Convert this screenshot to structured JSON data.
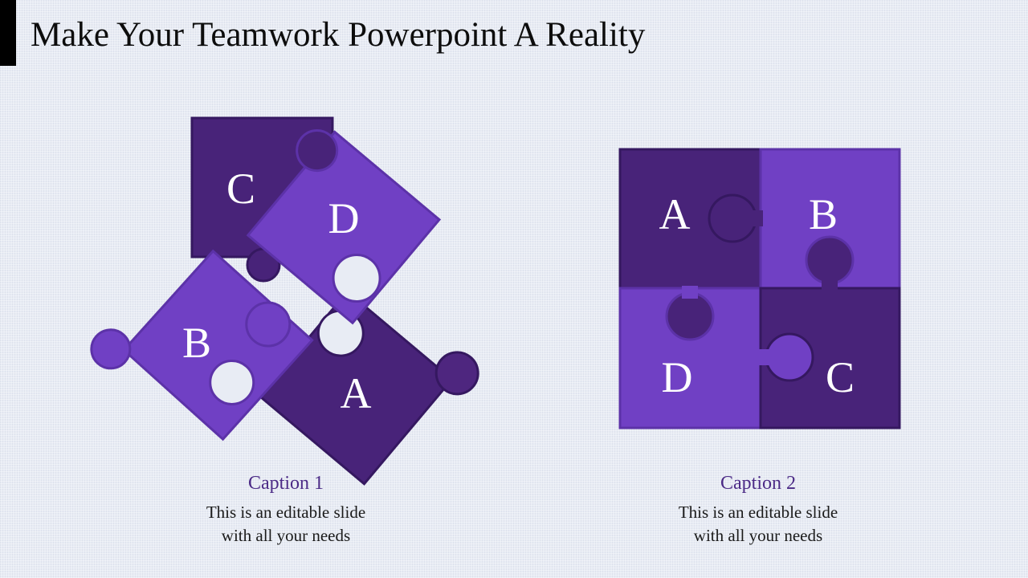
{
  "slide": {
    "title": "Make Your Teamwork Powerpoint A Reality"
  },
  "colors": {
    "dark_purple": "#482379",
    "mid_purple": "#5a2d9c",
    "light_purple": "#7040c4",
    "caption_purple": "#4b2a86"
  },
  "left_puzzle": {
    "pieces": [
      {
        "letter": "C"
      },
      {
        "letter": "D"
      },
      {
        "letter": "B"
      },
      {
        "letter": "A"
      }
    ]
  },
  "right_puzzle": {
    "pieces": [
      {
        "letter": "A"
      },
      {
        "letter": "B"
      },
      {
        "letter": "D"
      },
      {
        "letter": "C"
      }
    ]
  },
  "captions": [
    {
      "title": "Caption 1",
      "line1": "This is an editable slide",
      "line2": "with all your needs"
    },
    {
      "title": "Caption 2",
      "line1": "This is an editable slide",
      "line2": "with all your needs"
    }
  ]
}
